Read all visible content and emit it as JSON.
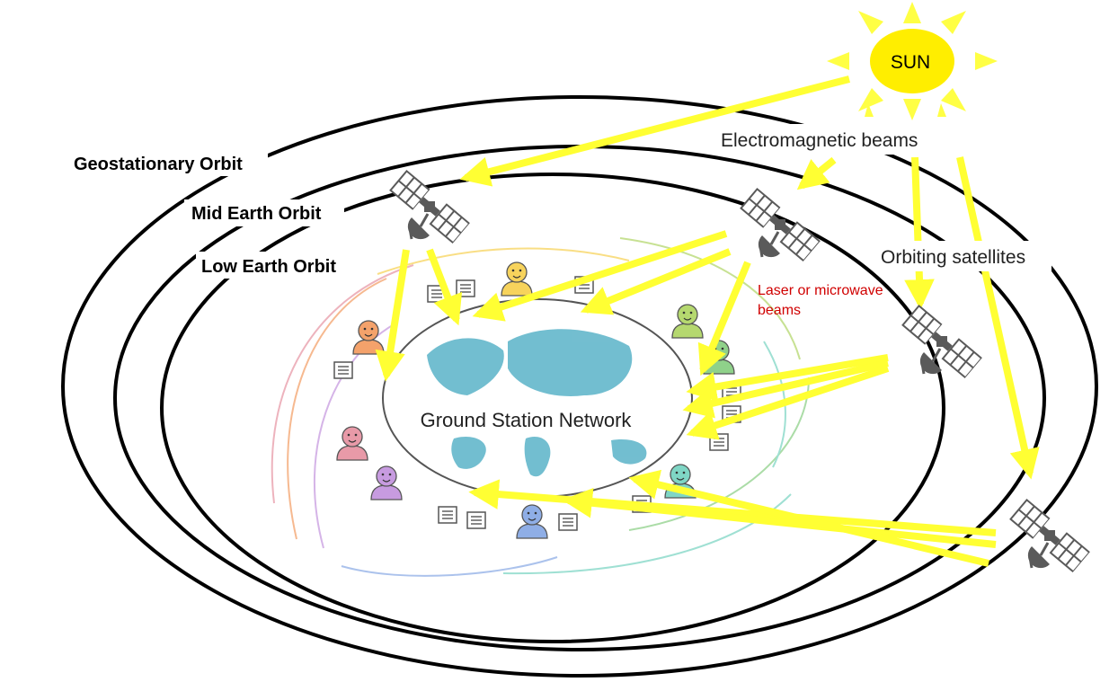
{
  "labels": {
    "sun": "SUN",
    "geo_orbit": "Geostationary Orbit",
    "mid_orbit": "Mid Earth Orbit",
    "low_orbit": "Low Earth Orbit",
    "em_beams": "Electromagnetic beams",
    "orbiting_satellites": "Orbiting satellites",
    "laser_line1": "Laser or microwave",
    "laser_line2": "beams",
    "ground_station": "Ground Station Network"
  },
  "colors": {
    "beam": "#ffff33",
    "sun": "#ffee00",
    "sun_ray": "#ffff44",
    "satellite": "#5a5a5a",
    "orbit": "#000000",
    "laser_text": "#d00000"
  },
  "icons": [
    "sun-icon",
    "satellite-icon",
    "person-icon",
    "document-icon",
    "world-map-icon"
  ],
  "people_colors": [
    "#f7d35c",
    "#f4a26b",
    "#b5d86f",
    "#8fd18a",
    "#e89aa8",
    "#c79be0",
    "#7fd6c5",
    "#8faee6"
  ]
}
